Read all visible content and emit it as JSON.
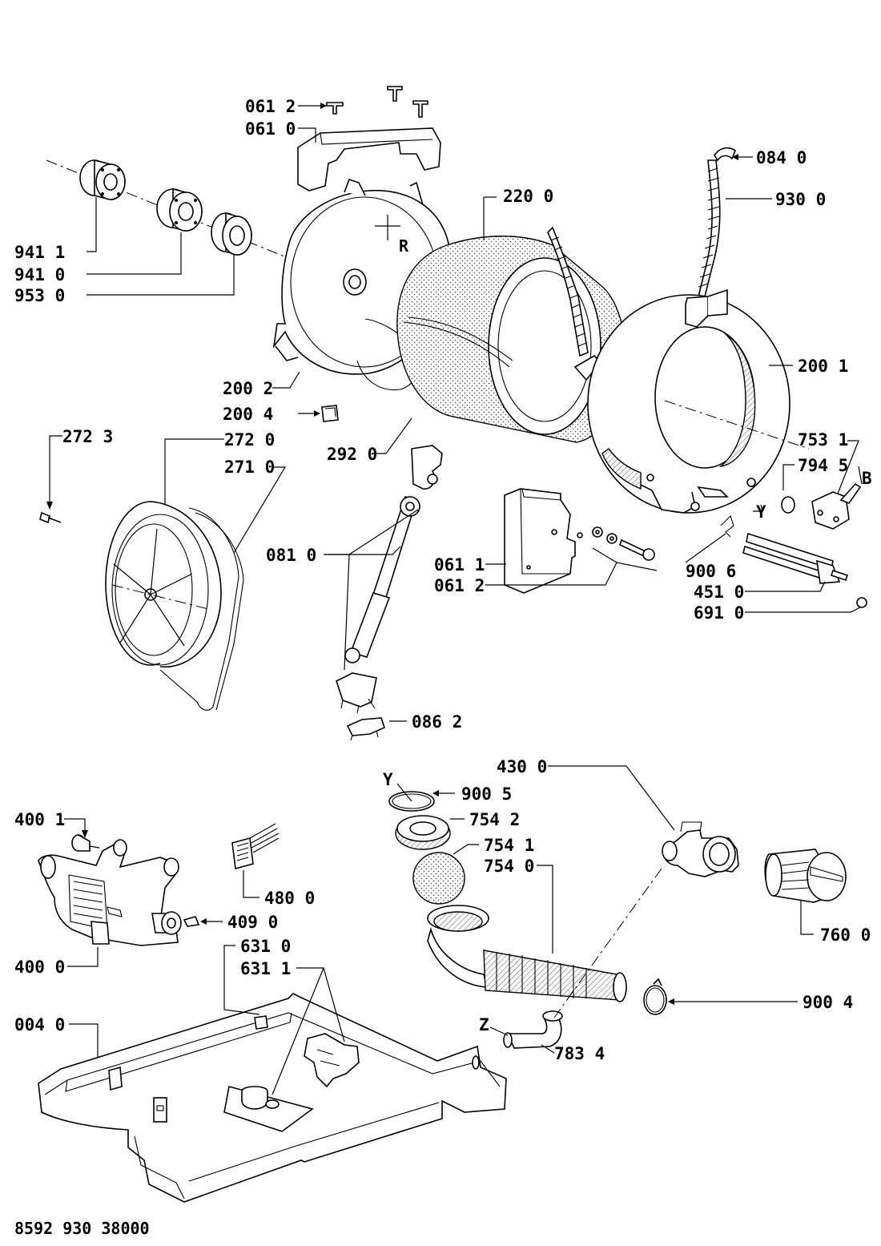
{
  "document_number": "8592 930 38000",
  "labels": {
    "l0612a": "061 2",
    "l0610": "061 0",
    "l0840": "084 0",
    "l9300": "930 0",
    "l2200": "220 0",
    "l9411": "941 1",
    "l9410": "941 0",
    "l9530": "953 0",
    "lR": "R",
    "l2001": "200 1",
    "l2002": "200 2",
    "l2004": "200 4",
    "l2723": "272 3",
    "l2720": "272 0",
    "l2710": "271 0",
    "l2920": "292 0",
    "l7531": "753 1",
    "l7945": "794 5",
    "lB": "B",
    "lY1": "Y",
    "l0810": "081 0",
    "l0611": "061 1",
    "l0612b": "061 2",
    "l9006": "900 6",
    "l4510": "451 0",
    "l6910": "691 0",
    "l0862": "086 2",
    "l4300": "430 0",
    "lY2": "Y",
    "l9005": "900 5",
    "l7542": "754 2",
    "l7541": "754 1",
    "l7540": "754 0",
    "l4001": "400 1",
    "l4800": "480 0",
    "l4090": "409 0",
    "l4000": "400 0",
    "l7600": "760 0",
    "l6310": "631 0",
    "l6311": "631 1",
    "l9004": "900 4",
    "l0040": "004 0",
    "lZ": "Z",
    "l7834": "783 4"
  }
}
